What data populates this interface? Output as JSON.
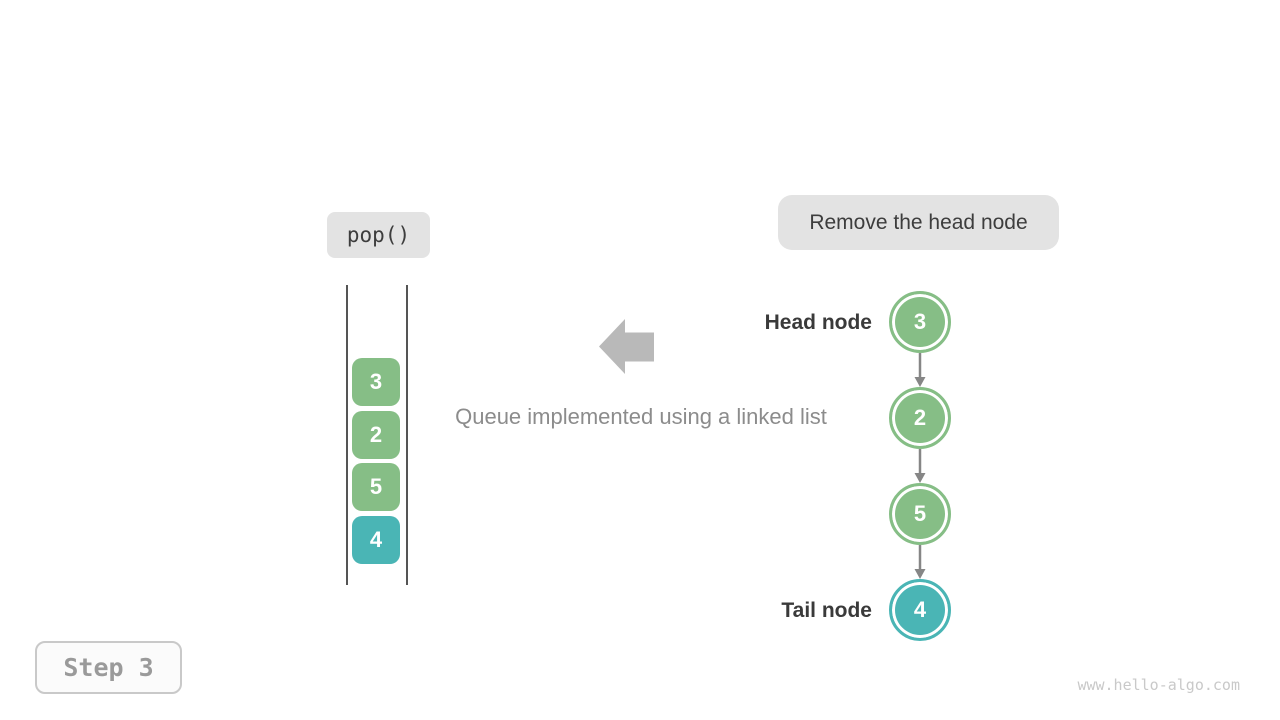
{
  "colors": {
    "green": "#86BE86",
    "teal": "#4AB5B5",
    "pill_bg": "#E3E3E3",
    "dark_text": "#3D3D3D",
    "caption_gray": "#8C8C8C",
    "block_arrow_gray": "#B9B9B9",
    "link_arrow_gray": "#868686"
  },
  "operation": {
    "label": "pop()"
  },
  "annotation": {
    "label": "Remove the head node"
  },
  "stack": {
    "items": [
      {
        "value": "3",
        "color": "#86BE86"
      },
      {
        "value": "2",
        "color": "#86BE86"
      },
      {
        "value": "5",
        "color": "#86BE86"
      },
      {
        "value": "4",
        "color": "#4AB5B5"
      }
    ]
  },
  "caption": {
    "text": "Queue implemented using a linked list"
  },
  "linked_list": {
    "head_label": "Head node",
    "tail_label": "Tail node",
    "nodes": [
      {
        "value": "3",
        "color": "#86BE86"
      },
      {
        "value": "2",
        "color": "#86BE86"
      },
      {
        "value": "5",
        "color": "#86BE86"
      },
      {
        "value": "4",
        "color": "#4AB5B5"
      }
    ]
  },
  "step": {
    "label": "Step 3"
  },
  "watermark": {
    "text": "www.hello-algo.com"
  }
}
